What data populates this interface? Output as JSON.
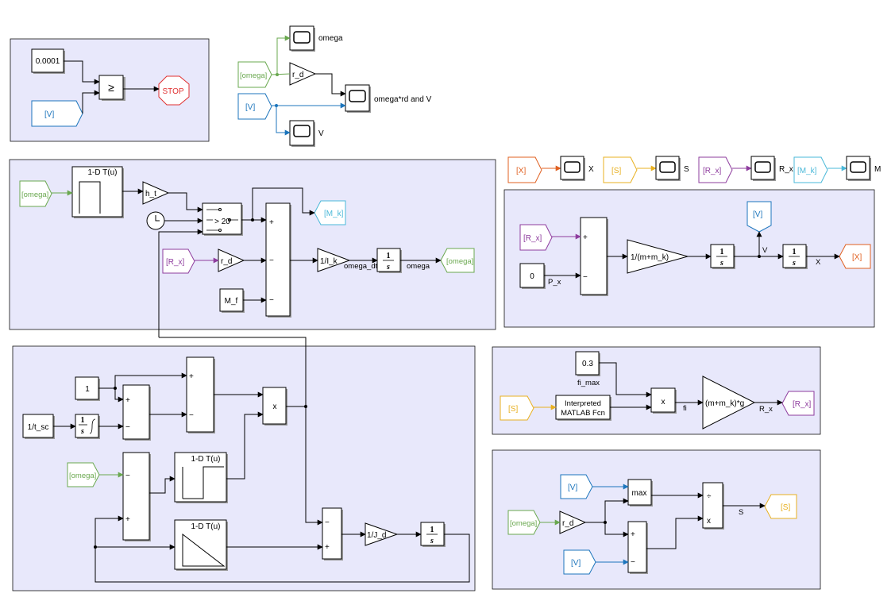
{
  "colors": {
    "omega": "#6aa84f",
    "V": "#1c75bc",
    "X": "#e06020",
    "S": "#e8b020",
    "R_x": "#8e3c9e",
    "M_k": "#4ab8d8",
    "stop": "#e03030",
    "area_fill": "#e8e8fb"
  },
  "tags": {
    "omega": "[omega]",
    "V": "[V]",
    "X": "[X]",
    "S": "[S]",
    "R_x": "[R_x]",
    "M_k": "[M_k]"
  },
  "stop_area": {
    "threshold": "0.0001",
    "compare_op": "≥",
    "stop": "STOP"
  },
  "scopes_area": {
    "gain_rd": "r_d",
    "scope_omega": "omega",
    "scope_omega_rd_v": "omega*rd and V",
    "scope_v": "V"
  },
  "tag_scopes": {
    "x": "X",
    "s": "S",
    "rx": "R_x",
    "mk": "M"
  },
  "wheel_area": {
    "lookup": "1-D T(u)",
    "gain_ht": "h_t",
    "switch_label": "> 20",
    "gain_rd": "r_d",
    "const_mf": "M_f",
    "gain_ik": "1/I_k",
    "signal_omega_dt": "omega_dt",
    "signal_omega": "omega"
  },
  "vehicle_area": {
    "const_px": "0",
    "signal_px": "P_x",
    "gain_mass": "1/(m+m_k)",
    "signal_v": "V",
    "signal_x": "X"
  },
  "friction_area": {
    "const_fimax": "0.3",
    "signal_fimax": "fi_max",
    "fcn_line1": "Interpreted",
    "fcn_line2": "MATLAB Fcn",
    "mult": "x",
    "signal_fi": "fi",
    "gain_mg": "(m+m_k)*g",
    "signal_rx": "R_x"
  },
  "engine_area": {
    "const_one": "1",
    "const_tsc": "1/t_sc",
    "mult": "x",
    "lookup1": "1-D T(u)",
    "lookup2": "1-D T(u)",
    "gain_jd": "1/J_d"
  },
  "slip_area": {
    "gain_rd": "r_d",
    "max_label": "max",
    "div_top": "÷",
    "div_bottom": "x",
    "signal_s": "S"
  },
  "common": {
    "integrator_num": "1",
    "integrator_den": "s",
    "plus": "+",
    "minus": "−"
  }
}
